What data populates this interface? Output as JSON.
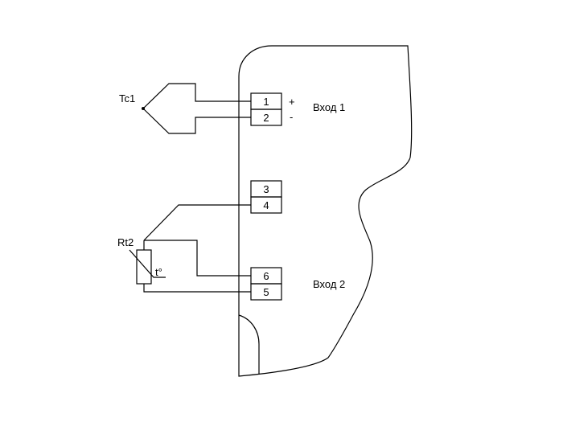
{
  "labels": {
    "tc1": "Tc1",
    "rt2": "Rt2",
    "temp": "t°",
    "plus": "+",
    "minus": "-",
    "input1": "Вход 1",
    "input2": "Вход 2"
  },
  "terminals": {
    "t1": "1",
    "t2": "2",
    "t3": "3",
    "t4": "4",
    "t5": "5",
    "t6": "6"
  }
}
